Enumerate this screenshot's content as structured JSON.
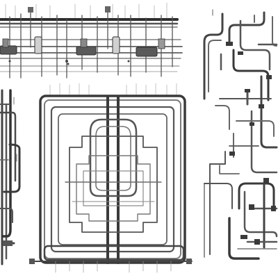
{
  "scene": {
    "background": "#ffffff",
    "pipe_dark": "#3a3a3a",
    "pipe_mid": "#6e6e6e",
    "pipe_light": "#b0b0b0",
    "groups": [
      "top-manifold-rack",
      "left-riser-column",
      "center-square-loop-frame",
      "right-routing-network"
    ]
  }
}
